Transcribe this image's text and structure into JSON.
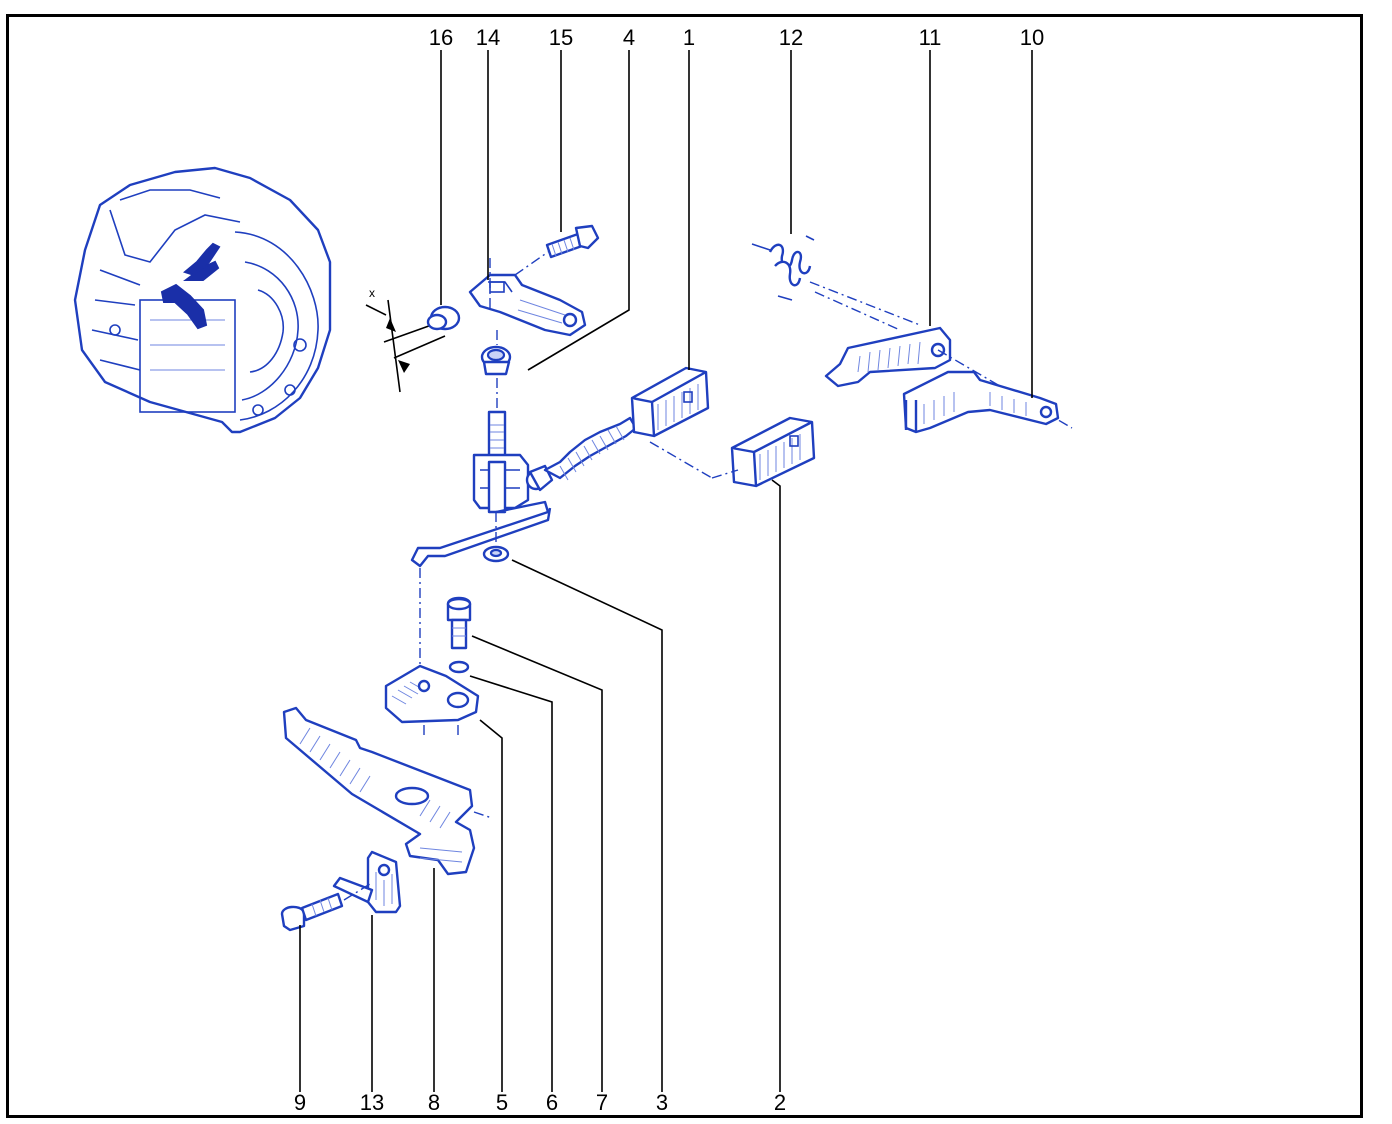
{
  "diagram": {
    "callouts": [
      "16",
      "14",
      "15",
      "4",
      "1",
      "12",
      "11",
      "10",
      "9",
      "13",
      "8",
      "5",
      "6",
      "7",
      "3",
      "2"
    ],
    "dimension_label": "x",
    "colors": {
      "line": "#1f3fbf",
      "fill": "#c9d3f7",
      "text": "#000000",
      "frame": "#000000"
    }
  }
}
